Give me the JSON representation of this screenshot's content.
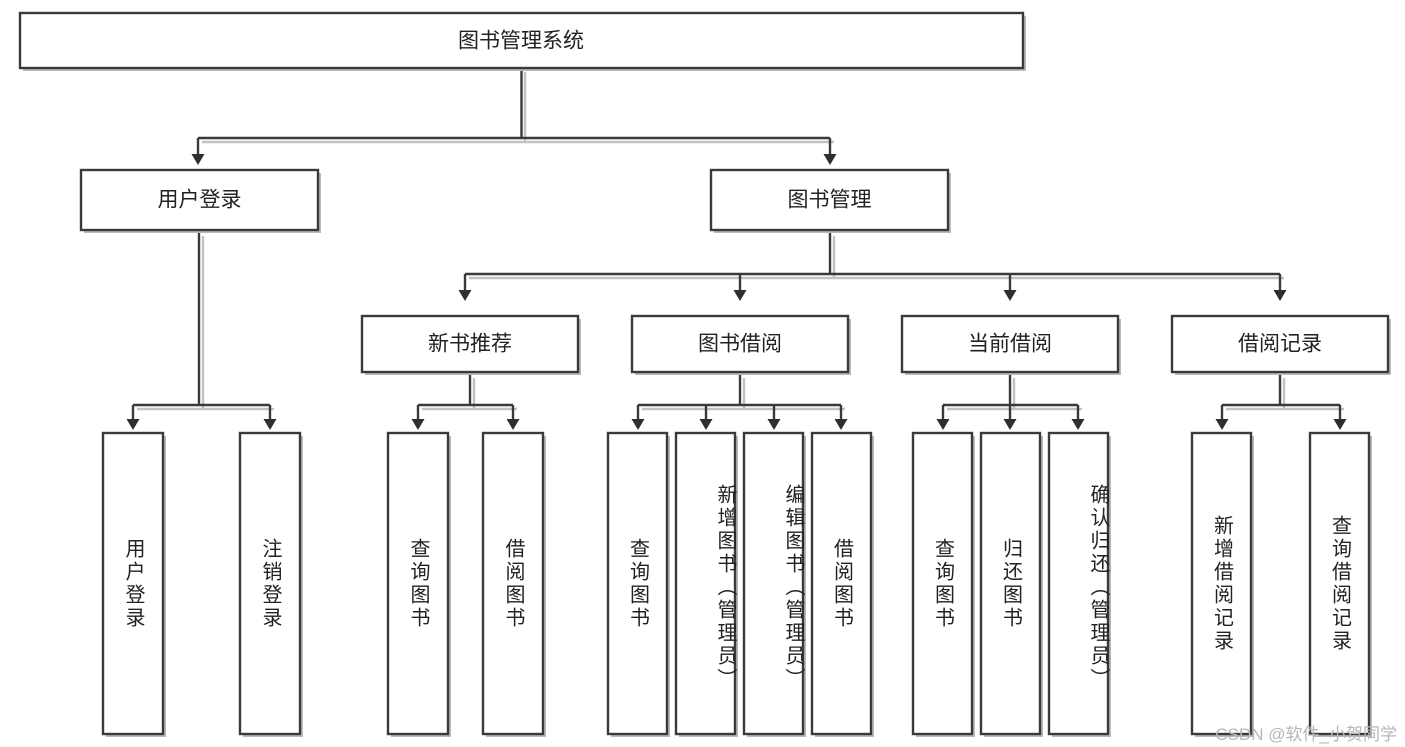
{
  "diagram": {
    "title": "图书管理系统",
    "type": "tree-hierarchy",
    "root": {
      "label": "图书管理系统"
    },
    "level2": [
      {
        "label": "用户登录"
      },
      {
        "label": "图书管理"
      }
    ],
    "level3": [
      {
        "label": "新书推荐",
        "parent": "图书管理"
      },
      {
        "label": "图书借阅",
        "parent": "图书管理"
      },
      {
        "label": "当前借阅",
        "parent": "图书管理"
      },
      {
        "label": "借阅记录",
        "parent": "图书管理"
      }
    ],
    "leaves": [
      {
        "label": "用户登录",
        "parent": "用户登录"
      },
      {
        "label": "注销登录",
        "parent": "用户登录"
      },
      {
        "label": "查询图书",
        "parent": "新书推荐"
      },
      {
        "label": "借阅图书",
        "parent": "新书推荐"
      },
      {
        "label": "查询图书",
        "parent": "图书借阅"
      },
      {
        "label": "新增图书（管理员）",
        "parent": "图书借阅"
      },
      {
        "label": "编辑图书（管理员）",
        "parent": "图书借阅"
      },
      {
        "label": "借阅图书",
        "parent": "图书借阅"
      },
      {
        "label": "查询图书",
        "parent": "当前借阅"
      },
      {
        "label": "归还图书",
        "parent": "当前借阅"
      },
      {
        "label": "确认归还（管理员）",
        "parent": "当前借阅"
      },
      {
        "label": "新增借阅记录",
        "parent": "借阅记录"
      },
      {
        "label": "查询借阅记录",
        "parent": "借阅记录"
      }
    ],
    "watermark": "CSDN @软件_小贺同学",
    "colors": {
      "box_stroke": "#3a3a3a",
      "box_fill": "#ffffff",
      "text": "#222222",
      "background": "#ffffff",
      "watermark": "#b6b6b6"
    }
  }
}
